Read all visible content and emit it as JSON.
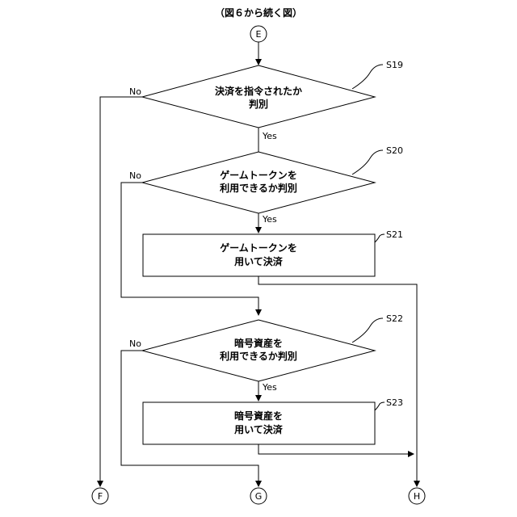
{
  "title": "（図６から続く図）",
  "connectors": {
    "E": "E",
    "F": "F",
    "G": "G",
    "H": "H"
  },
  "steps": {
    "s19": {
      "label": "S19",
      "line1": "決済を指令されたか",
      "line2": "判別"
    },
    "s20": {
      "label": "S20",
      "line1": "ゲームトークンを",
      "line2": "利用できるか判別"
    },
    "s21": {
      "label": "S21",
      "line1": "ゲームトークンを",
      "line2": "用いて決済"
    },
    "s22": {
      "label": "S22",
      "line1": "暗号資産を",
      "line2": "利用できるか判別"
    },
    "s23": {
      "label": "S23",
      "line1": "暗号資産を",
      "line2": "用いて決済"
    }
  },
  "edges": {
    "yes": "Yes",
    "no": "No"
  }
}
